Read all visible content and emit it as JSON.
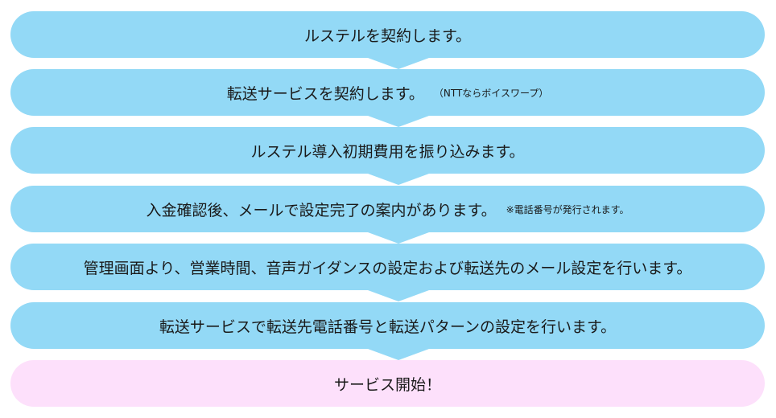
{
  "steps": [
    {
      "text": "ルステルを契約します。",
      "note": "",
      "color": "#93d9f6"
    },
    {
      "text": "転送サービスを契約します。",
      "note": "（NTTならボイスワープ）",
      "color": "#93d9f6"
    },
    {
      "text": "ルステル導入初期費用を振り込みます。",
      "note": "",
      "color": "#93d9f6"
    },
    {
      "text": "入金確認後、メールで設定完了の案内があります。",
      "note": "※電話番号が発行されます。",
      "color": "#93d9f6"
    },
    {
      "text": "管理画面より、営業時間、音声ガイダンスの設定および転送先のメール設定を行います。",
      "note": "",
      "color": "#93d9f6"
    },
    {
      "text": "転送サービスで転送先電話番号と転送パターンの設定を行います。",
      "note": "",
      "color": "#93d9f6"
    },
    {
      "text": "サービス開始！",
      "note": "",
      "color": "#fde0fb"
    }
  ],
  "connector": {
    "shape": "down-arrow",
    "color": "#93d9f6"
  }
}
